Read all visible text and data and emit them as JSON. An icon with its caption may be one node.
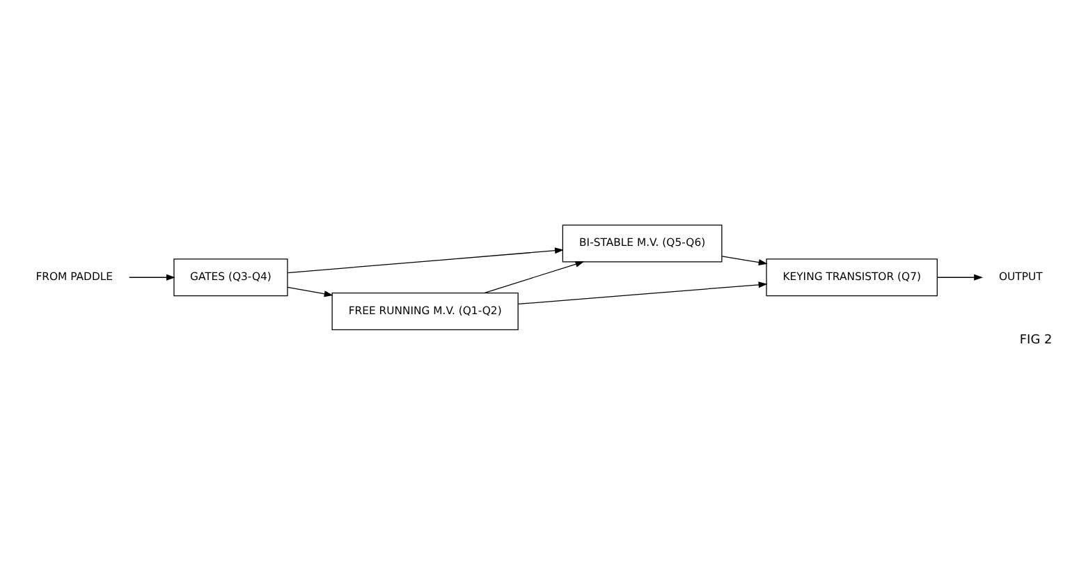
{
  "diagram": {
    "caption": "FIG 2",
    "nodes": [
      {
        "text": [
          "FREE RUNNING M.V. (Q1-Q2)"
        ]
      },
      {
        "text": [
          "BI-STABLE M.V. (Q5-Q6)"
        ]
      },
      {
        "text": [
          "KEYING TRANSISTOR (Q7)"
        ]
      },
      {
        "text": [
          "GATES (Q3-Q4)"
        ]
      },
      {
        "text": [
          "OUTPUT"
        ]
      },
      {
        "text": [
          "FROM PADDLE"
        ]
      }
    ],
    "edges": [
      {
        "from": 0,
        "to": 1,
        "arrow": "to"
      },
      {
        "from": 0,
        "to": 2,
        "arrow": "to"
      },
      {
        "from": 1,
        "to": 2,
        "arrow": "to"
      },
      {
        "from": 2,
        "to": 4,
        "arrow": "to"
      },
      {
        "from": 3,
        "to": 0,
        "arrow": "to"
      },
      {
        "from": 3,
        "to": 1,
        "arrow": "to"
      },
      {
        "from": 5,
        "to": 3,
        "arrow": "to"
      }
    ]
  }
}
